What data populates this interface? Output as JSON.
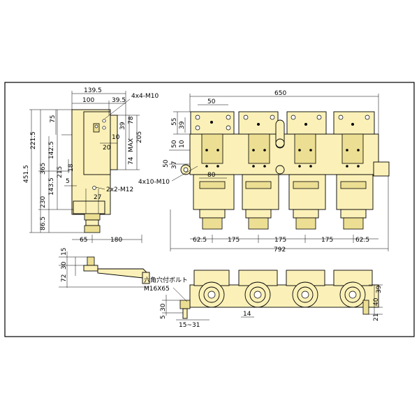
{
  "colors": {
    "part_fill": "#fbf1b8",
    "part_dark": "#ecdf93",
    "line": "#000000",
    "frame": "#000000",
    "background": "#ffffff"
  },
  "side_view": {
    "top_overall": "139.5",
    "top_body": "100",
    "top_right": "39.5",
    "screw_label": "4x4-M10",
    "right_75": "75",
    "right_39": "39",
    "right_78": "78",
    "right_205": "205",
    "right_max": "MAX",
    "right_74": "74",
    "inner_10": "10",
    "inner_20": "20",
    "left_451_5": "451.5",
    "left_221_5": "221.5",
    "left_365": "365",
    "left_142_5": "142.5",
    "left_215": "215",
    "left_143_5": "143.5",
    "left_230": "230",
    "left_86_5": "86.5",
    "inner_18": "18",
    "inner_5": "5",
    "inner_27": "27",
    "bolt_label": "2x2-M12",
    "bottom_65": "65",
    "bottom_180": "180"
  },
  "lever_view": {
    "dim_15": "15",
    "dim_30": "30",
    "dim_72": "72"
  },
  "front_view": {
    "overall_650": "650",
    "top_50": "50",
    "left_55": "55",
    "left_39": "39",
    "left_50": "50",
    "left_10": "10",
    "left_50b": "50",
    "left_37": "37",
    "mid_80": "80",
    "screw_label": "4x10-M10",
    "bottom_62_5_left": "62.5",
    "bottom_175_a": "175",
    "bottom_175_b": "175",
    "bottom_175_c": "175",
    "bottom_62_5_right": "62.5",
    "bottom_792": "792"
  },
  "bottom_view": {
    "bolt_label_jp": "六角穴付ボルト",
    "bolt_size": "M16X65",
    "dim_30": "30",
    "dim_5": "5",
    "dim_15_31": "15~31",
    "dim_14": "14",
    "dim_40": "40",
    "dim_39": "39",
    "dim_21": "21"
  }
}
